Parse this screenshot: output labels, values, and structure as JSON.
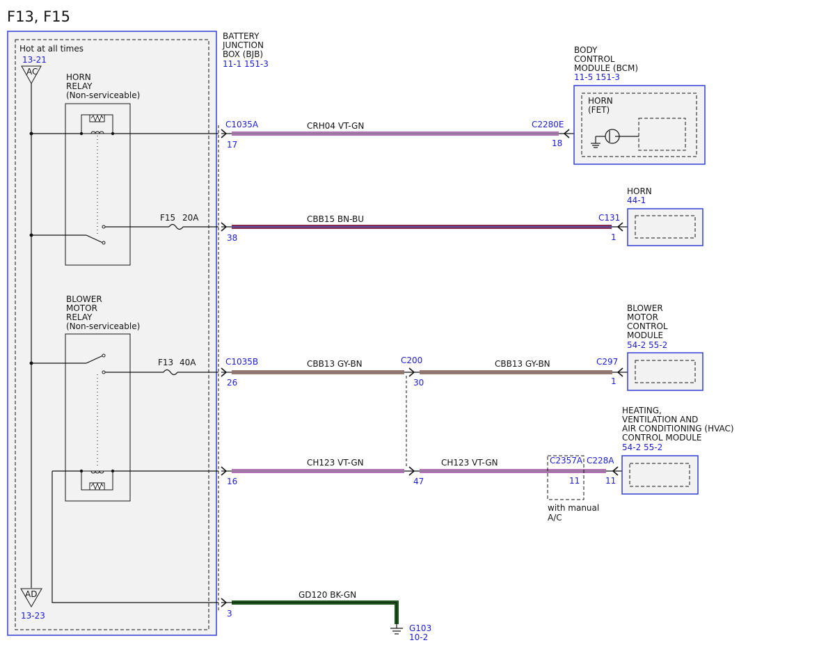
{
  "title": "F13, F15",
  "bjb": {
    "label_lines": [
      "BATTERY",
      "JUNCTION",
      "BOX (BJB)"
    ],
    "ref": "11-1  151-3",
    "hot_label": "Hot at all times",
    "ac_ref": "13-21",
    "ac_label": "AC",
    "ad_label": "AD",
    "ad_ref": "13-23"
  },
  "horn_relay": {
    "label_lines": [
      "HORN",
      "RELAY",
      "(Non-serviceable)"
    ]
  },
  "blower_relay": {
    "label_lines": [
      "BLOWER",
      "MOTOR",
      "RELAY",
      "(Non-serviceable)"
    ]
  },
  "fuses": {
    "f15": {
      "name": "F15",
      "rating": "20A"
    },
    "f13": {
      "name": "F13",
      "rating": "40A"
    }
  },
  "bcm": {
    "label_lines": [
      "BODY",
      "CONTROL",
      "MODULE (BCM)"
    ],
    "ref": "11-5  151-3",
    "inner_label_lines": [
      "HORN",
      "(FET)"
    ]
  },
  "horn": {
    "label": "HORN",
    "ref": "44-1"
  },
  "blower_module": {
    "label_lines": [
      "BLOWER",
      "MOTOR",
      "CONTROL",
      "MODULE"
    ],
    "ref": "54-2  55-2"
  },
  "hvac": {
    "label_lines": [
      "HEATING,",
      "VENTILATION AND",
      "AIR CONDITIONING (HVAC)",
      "CONTROL MODULE"
    ],
    "ref": "54-2  55-2"
  },
  "circuits": {
    "crh04": {
      "connector_left": "C1035A",
      "pin_left": "17",
      "wire": "CRH04  VT-GN",
      "connector_right": "C2280E",
      "pin_right": "18"
    },
    "cbb15": {
      "pin_left": "38",
      "wire": "CBB15  BN-BU",
      "connector_right": "C131",
      "pin_right": "1"
    },
    "cbb13": {
      "connector_left": "C1035B",
      "pin_left": "26",
      "wire_a": "CBB13  GY-BN",
      "connector_mid": "C200",
      "pin_mid": "30",
      "wire_b": "CBB13  GY-BN",
      "connector_right": "C297",
      "pin_right": "1"
    },
    "ch123": {
      "pin_left": "16",
      "wire_a": "CH123  VT-GN",
      "pin_mid": "47",
      "wire_b": "CH123  VT-GN",
      "connector_opt": "C2357A",
      "pin_opt": "11",
      "connector_right": "C228A",
      "pin_right": "11",
      "option_note_lines": [
        "with manual",
        "A/C"
      ]
    },
    "gd120": {
      "pin_left": "3",
      "wire": "GD120  BK-GN",
      "ground": "G103",
      "ground_ref": "10-2"
    }
  },
  "colors": {
    "connector_blue": "#1a1ad6",
    "wire_vt_gn": "#b56fb8",
    "wire_bn_bu": "#8a2b4b",
    "wire_gy_bn": "#9b7a72",
    "wire_bk_gn": "#1e5a1e"
  }
}
